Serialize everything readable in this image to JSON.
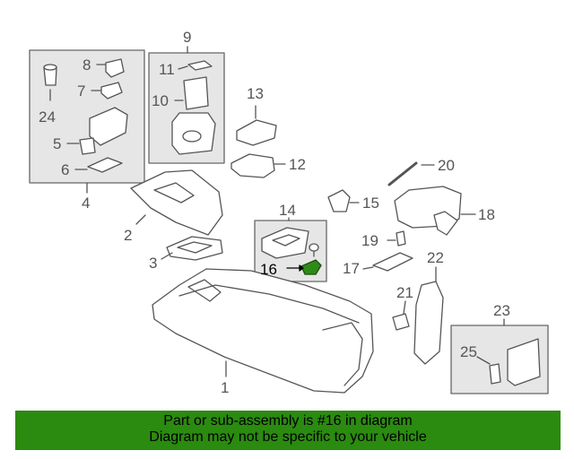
{
  "diagram": {
    "highlighted_part": "16",
    "highlight_color": "#2e8b18",
    "line_color": "#555555",
    "part_labels": [
      "1",
      "2",
      "3",
      "4",
      "5",
      "6",
      "7",
      "8",
      "9",
      "10",
      "11",
      "12",
      "13",
      "14",
      "15",
      "16",
      "17",
      "18",
      "19",
      "20",
      "21",
      "22",
      "23",
      "24",
      "25"
    ]
  },
  "footer": {
    "line1": "Part or sub-assembly is #16 in diagram",
    "line2": "Diagram may not be specific to your vehicle",
    "background": "#2b8a10"
  }
}
